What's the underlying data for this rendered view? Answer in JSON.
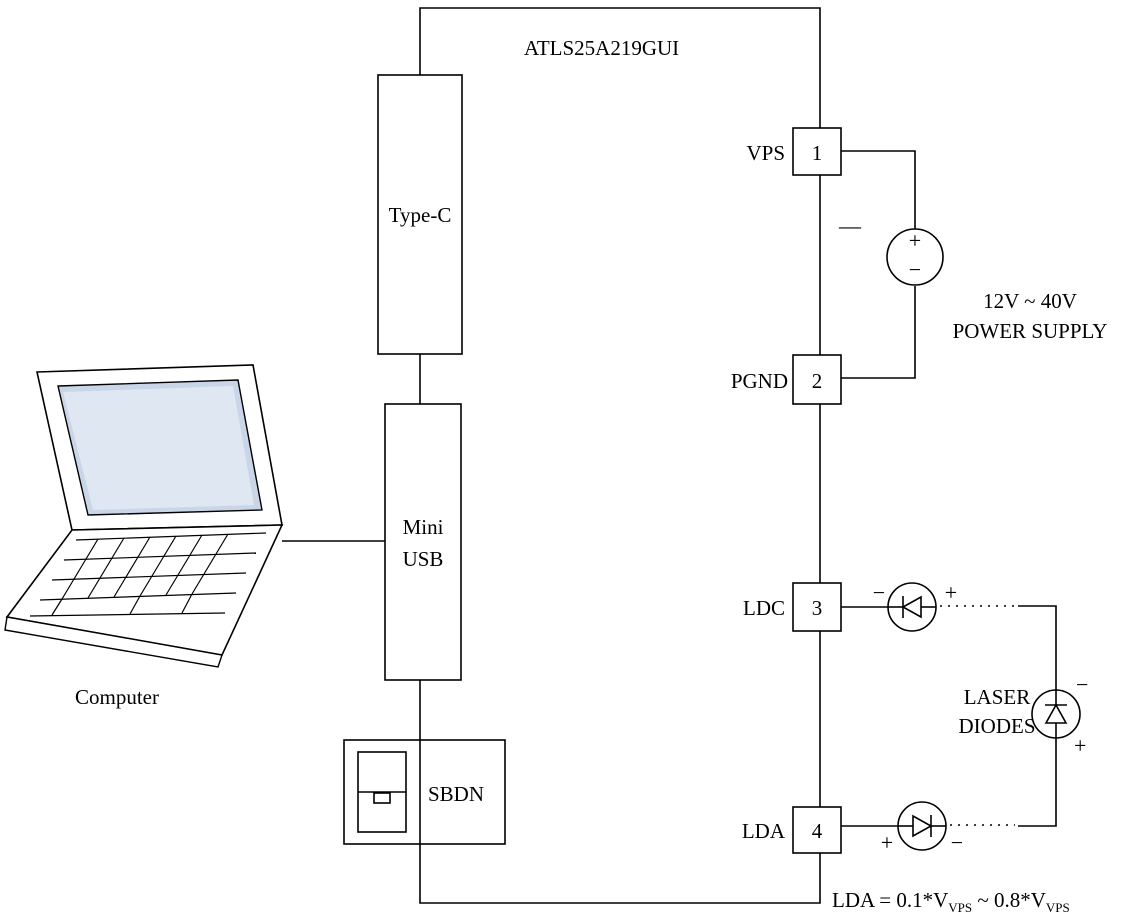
{
  "board": {
    "title": "ATLS25A219GUI"
  },
  "connectors": {
    "type_c": "Type-C",
    "mini_usb_line1": "Mini",
    "mini_usb_line2": "USB"
  },
  "switch": {
    "label": "SBDN"
  },
  "computer": {
    "label": "Computer"
  },
  "pins": [
    {
      "number": "1",
      "name": "VPS"
    },
    {
      "number": "2",
      "name": "PGND"
    },
    {
      "number": "3",
      "name": "LDC"
    },
    {
      "number": "4",
      "name": "LDA"
    }
  ],
  "power_supply": {
    "line1": "12V ~ 40V",
    "line2": "POWER SUPPLY",
    "plus": "+",
    "minus": "−"
  },
  "laser": {
    "line1": "LASER",
    "line2": "DIODES"
  },
  "signs": {
    "plus": "+",
    "minus": "−",
    "dash": "—"
  },
  "equation": {
    "lhs": "LDA = 0.1*V",
    "sub1": "VPS",
    "mid": " ~ 0.8*V",
    "sub2": "VPS"
  }
}
